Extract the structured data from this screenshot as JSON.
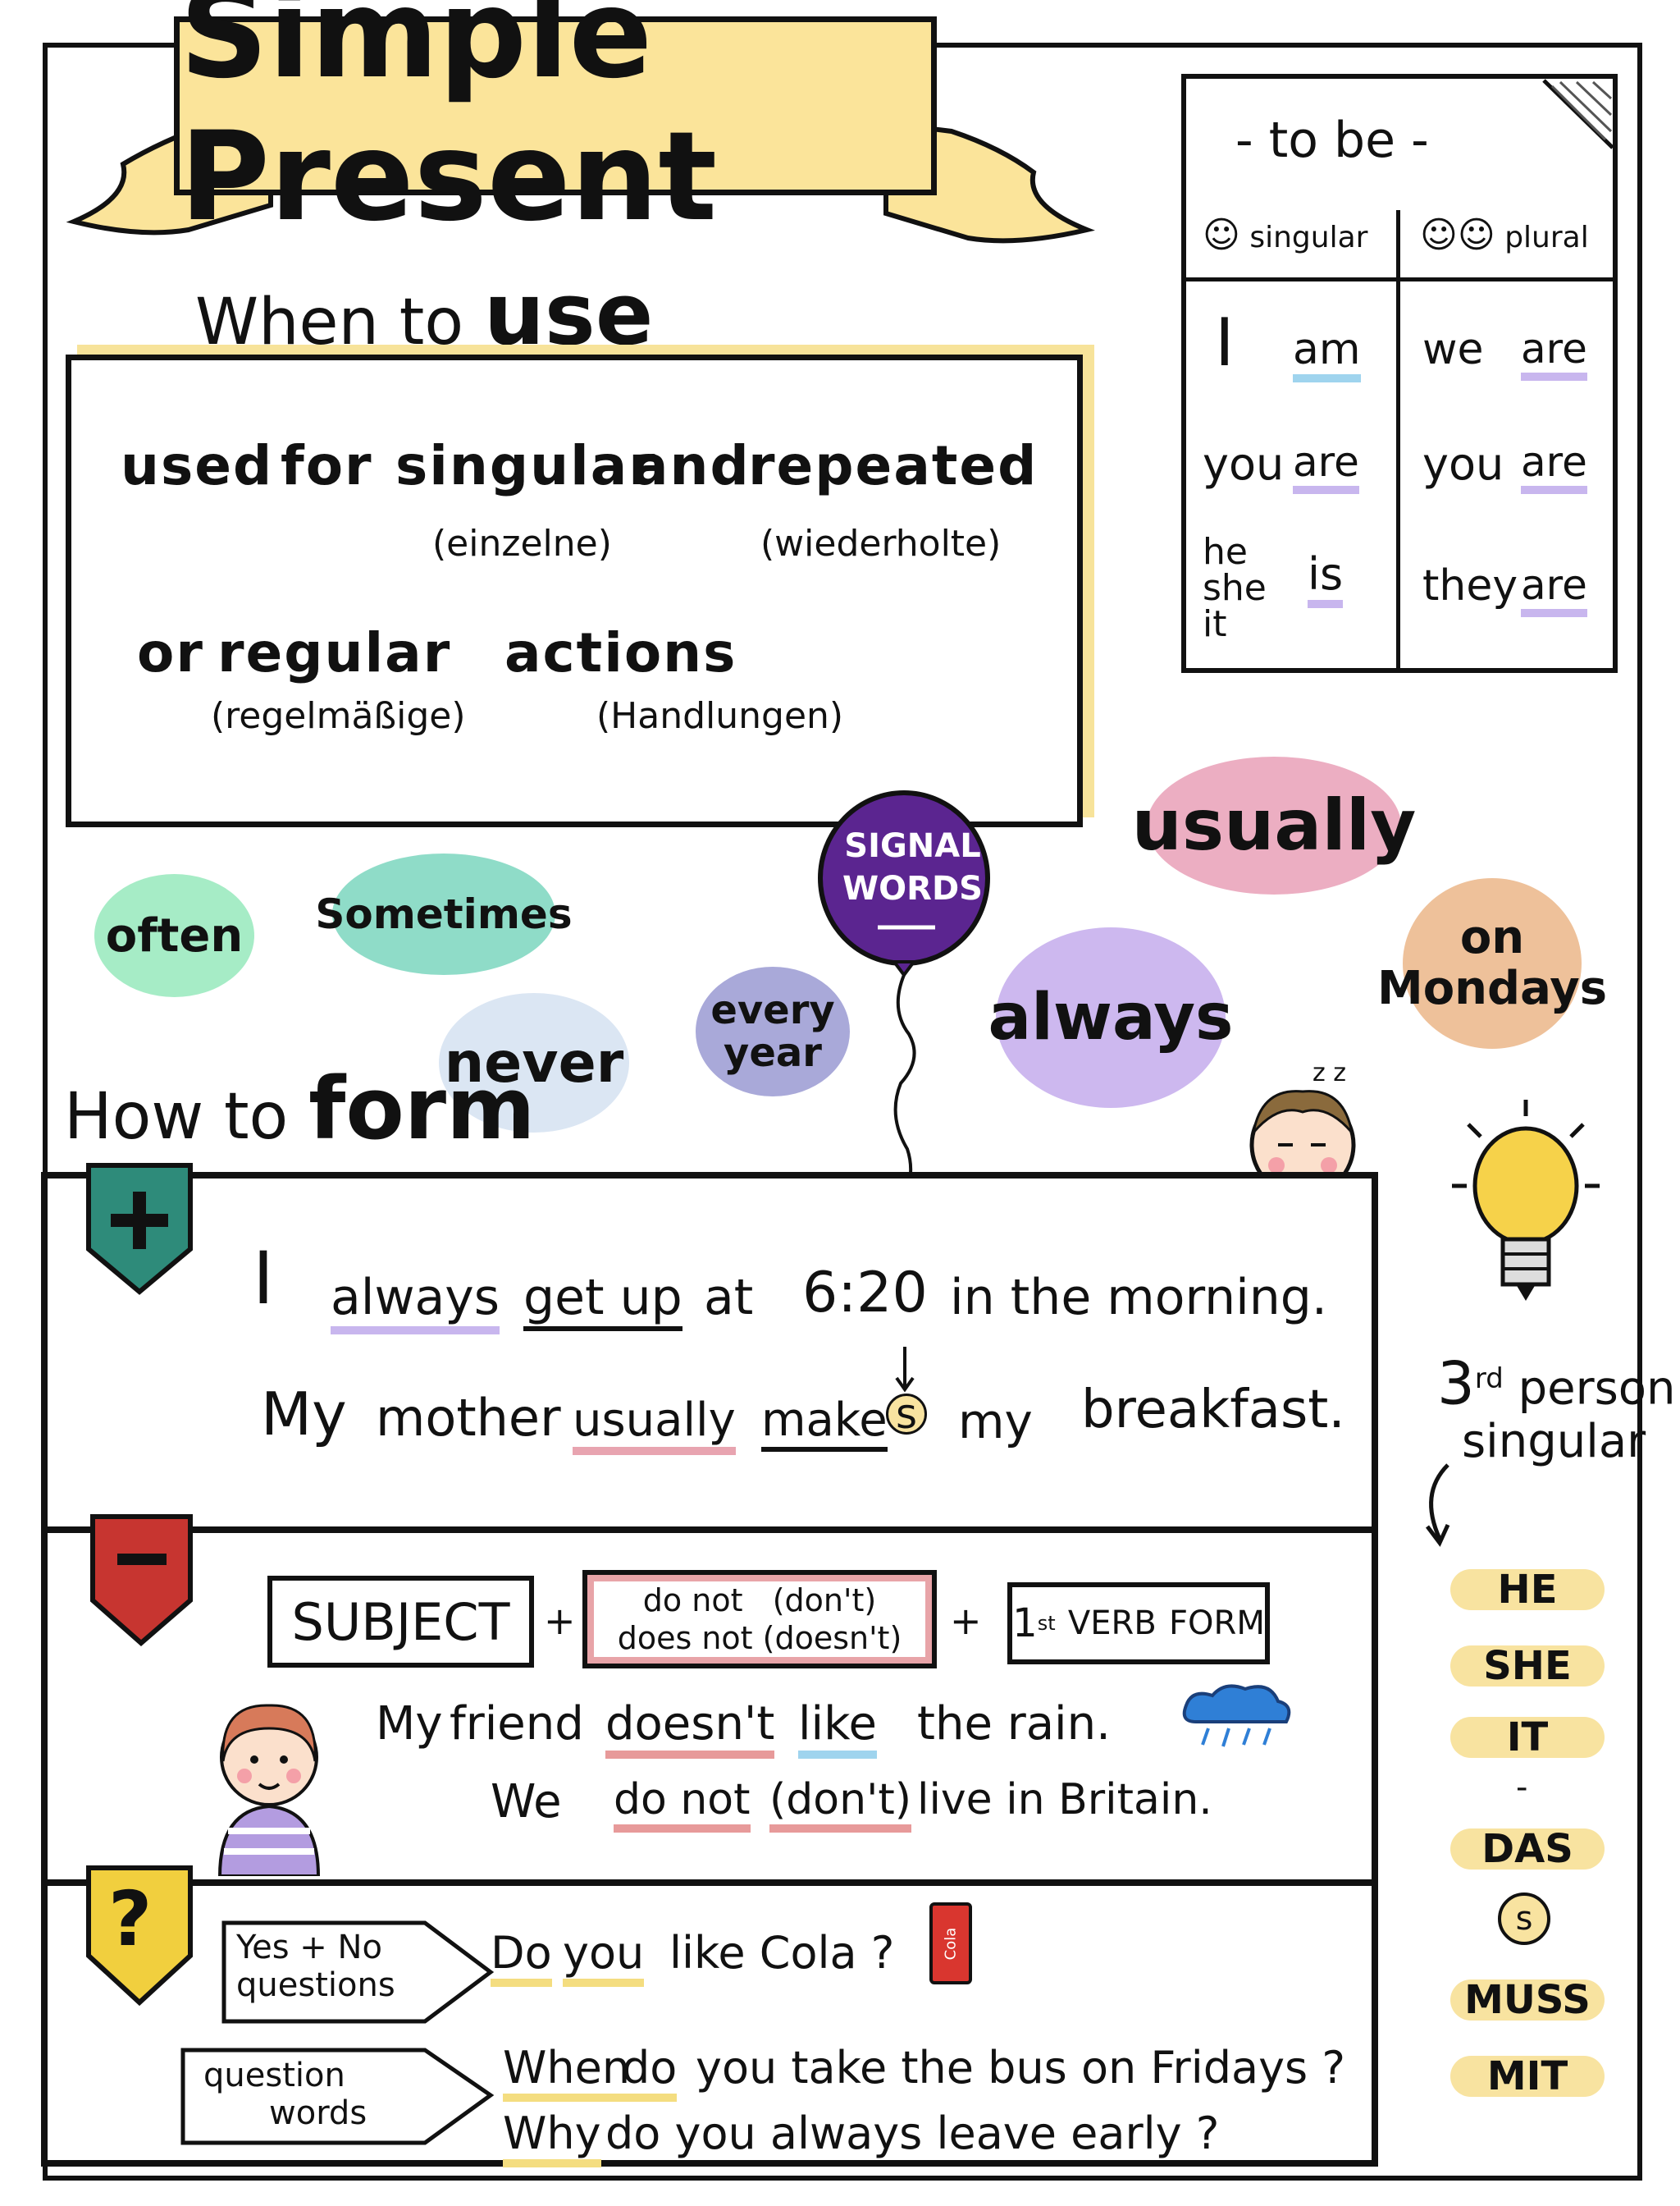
{
  "title": "Simple Present",
  "when_to_use": {
    "heading_small": "When to",
    "heading_big": "use",
    "line1": [
      "used",
      "for",
      "singular",
      "and",
      "repeated"
    ],
    "line1_glosses": [
      "(einzelne)",
      "(wiederholte)"
    ],
    "line2": [
      "or",
      "regular",
      "actions"
    ],
    "line2_glosses": [
      "(regelmäßige)",
      "(Handlungen)"
    ]
  },
  "to_be": {
    "title": "- to be -",
    "col_singular": "singular",
    "col_plural": "plural",
    "singular": [
      {
        "pronoun": "I",
        "verb": "am"
      },
      {
        "pronoun": "you",
        "verb": "are"
      },
      {
        "pronoun": "he she it",
        "verb": "is"
      }
    ],
    "plural": [
      {
        "pronoun": "we",
        "verb": "are"
      },
      {
        "pronoun": "you",
        "verb": "are"
      },
      {
        "pronoun": "they",
        "verb": "are"
      }
    ]
  },
  "signal_words": {
    "balloon_line1": "SIGNAL",
    "balloon_line2": "WORDS",
    "often": "often",
    "sometimes": "Sometimes",
    "never": "never",
    "every_year_1": "every",
    "every_year_2": "year",
    "always": "always",
    "usually": "usually",
    "on_mondays_1": "on",
    "on_mondays_2": "Mondays",
    "colors": {
      "often": "#a6ecc6",
      "sometimes": "#8fdcc8",
      "never": "#dbe6f3",
      "every_year": "#a9a9d9",
      "always": "#cdb8ef",
      "usually": "#ecaec2",
      "on_mondays": "#eec19a",
      "balloon": "#5b2590"
    }
  },
  "how_to_form": {
    "heading_small": "How to",
    "heading_big": "form",
    "positive": {
      "icon": "+",
      "s1": {
        "w1": "I",
        "w2": "always",
        "w3": "get up",
        "w4": "at",
        "w5": "6:20",
        "w6": "in the morning."
      },
      "s2": {
        "w1": "My",
        "w2": "mother",
        "w3": "usually",
        "w4": "make",
        "w5": "s",
        "w6": "my",
        "w7": "breakfast."
      }
    },
    "negative": {
      "icon": "−",
      "subject": "SUBJECT",
      "plus1": "+",
      "aux1_a": "do not",
      "aux1_b": "(don't)",
      "aux2_a": "does not",
      "aux2_b": "(doesn't)",
      "plus2": "+",
      "verb_num": "1",
      "verb_sup": "st",
      "verb_a": "VERB",
      "verb_b": "FORM",
      "s1": {
        "w1": "My",
        "w2": "friend",
        "w3": "doesn't",
        "w4": "like",
        "w5": "the rain."
      },
      "s2": {
        "w1": "We",
        "w2": "do not",
        "w3": "(don't)",
        "w4": "live in Britain."
      }
    },
    "question": {
      "icon": "?",
      "yes_no_1": "Yes + No",
      "yes_no_2": "questions",
      "qw_1": "question",
      "qw_2": "words",
      "q1": {
        "w1": "Do",
        "w2": "you",
        "w3": "like Cola ?"
      },
      "can_label": "Cola",
      "q2": {
        "w1": "When",
        "w2": "do",
        "w3": "you take the bus on Fridays ?"
      },
      "q3": {
        "w1": "Why",
        "w2": "do you always leave early ?"
      }
    }
  },
  "third_person": {
    "line1": "3",
    "line1_sup": "rd",
    "line1_b": "person",
    "line2": "singular",
    "pills": [
      "HE",
      "SHE",
      "IT",
      "-",
      "DAS",
      "s",
      "MUSS",
      "MIT"
    ]
  },
  "sleep_zz": "z z"
}
